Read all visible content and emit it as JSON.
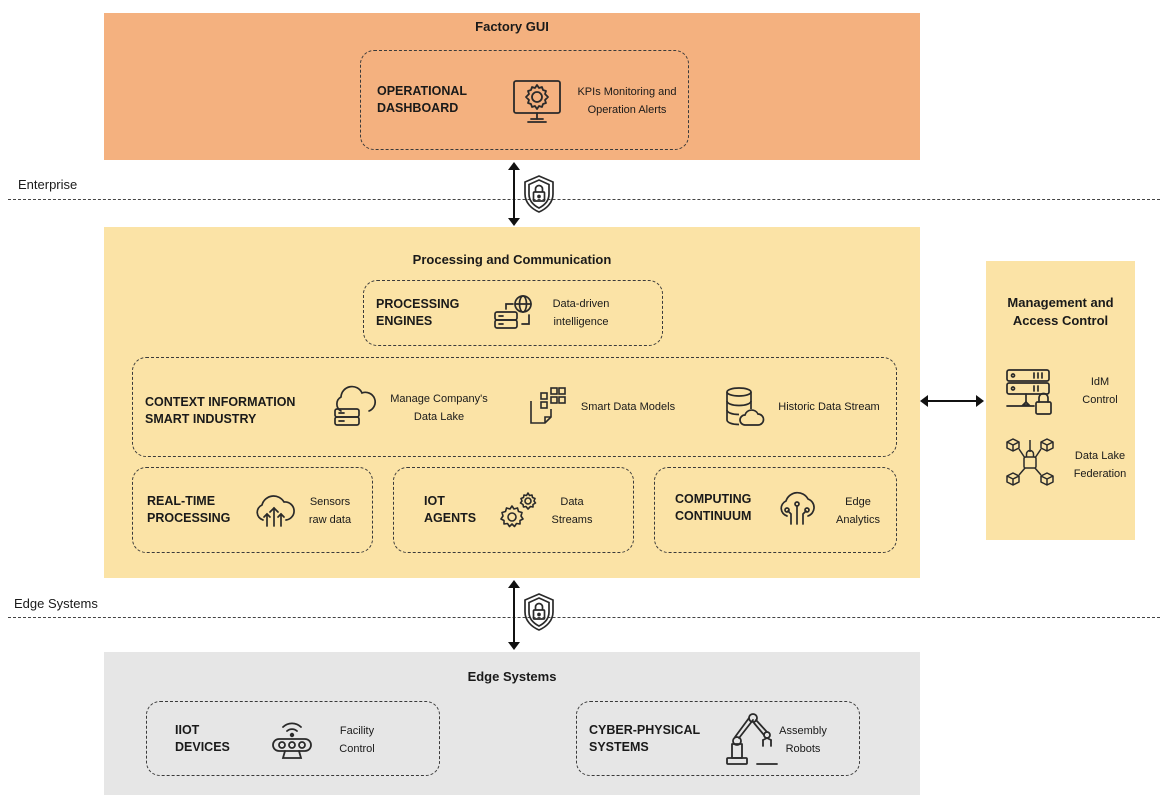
{
  "colors": {
    "factory_bg": "#f4b17f",
    "processing_bg": "#fbe3a6",
    "management_bg": "#fbe3a6",
    "edge_bg": "#e6e6e6",
    "stroke": "#2a2a2a"
  },
  "zones": {
    "enterprise": "Enterprise",
    "edge": "Edge Systems"
  },
  "factory": {
    "title": "Factory GUI",
    "dashboard": {
      "label_line1": "OPERATIONAL",
      "label_line2": "DASHBOARD",
      "icon": "monitor-gear-icon",
      "desc_line1": "KPIs Monitoring and",
      "desc_line2": "Operation Alerts"
    }
  },
  "processing": {
    "title": "Processing and Communication",
    "engines": {
      "label_line1": "PROCESSING",
      "label_line2": "ENGINES",
      "icon": "server-globe-icon",
      "desc_line1": "Data-driven",
      "desc_line2": "intelligence"
    },
    "context": {
      "label_line1": "CONTEXT INFORMATION",
      "label_line2": "SMART INDUSTRY",
      "items": [
        {
          "icon": "cloud-server-icon",
          "line1": "Manage Company's",
          "line2": "Data Lake"
        },
        {
          "icon": "data-models-icon",
          "line1": "Smart Data Models",
          "line2": ""
        },
        {
          "icon": "database-cloud-icon",
          "line1": "Historic Data Stream",
          "line2": ""
        }
      ]
    },
    "realtime": {
      "label_line1": "REAL-TIME",
      "label_line2": "PROCESSING",
      "icon": "cloud-upload-icon",
      "desc_line1": "Sensors",
      "desc_line2": "raw data"
    },
    "iot": {
      "label_line1": "IOT",
      "label_line2": "AGENTS",
      "icon": "gears-icon",
      "desc_line1": "Data",
      "desc_line2": "Streams"
    },
    "computing": {
      "label_line1": "COMPUTING",
      "label_line2": "CONTINUUM",
      "icon": "cloud-circuit-icon",
      "desc_line1": "Edge",
      "desc_line2": "Analytics"
    }
  },
  "management": {
    "title_line1": "Management and",
    "title_line2": "Access Control",
    "idm": {
      "icon": "server-lock-icon",
      "line1": "IdM",
      "line2": "Control"
    },
    "federation": {
      "icon": "cubes-network-lock-icon",
      "line1": "Data Lake",
      "line2": "Federation"
    }
  },
  "edge": {
    "title": "Edge Systems",
    "iiot": {
      "label_line1": "IIOT",
      "label_line2": "DEVICES",
      "icon": "wireless-device-icon",
      "desc_line1": "Facility",
      "desc_line2": "Control"
    },
    "cps": {
      "label_line1": "CYBER-PHYSICAL",
      "label_line2": "SYSTEMS",
      "icon": "robot-arm-icon",
      "desc_line1": "Assembly",
      "desc_line2": "Robots"
    }
  }
}
